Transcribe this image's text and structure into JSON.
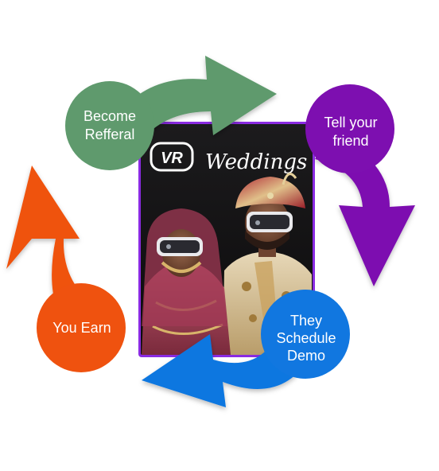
{
  "steps": [
    {
      "id": "become-referral",
      "lines": [
        "Become",
        "Refferal"
      ],
      "color": "#5f9a6d"
    },
    {
      "id": "tell-friend",
      "lines": [
        "Tell your",
        "friend"
      ],
      "color": "#7d0fb0"
    },
    {
      "id": "schedule-demo",
      "lines": [
        "They",
        "Schedule",
        "Demo"
      ],
      "color": "#1177e0"
    },
    {
      "id": "you-earn",
      "lines": [
        "You Earn"
      ],
      "color": "#ef520f"
    }
  ],
  "card": {
    "logo_text": "VR",
    "brand_text": "Weddings",
    "border_color": "#8a2be2",
    "icon": "vr-headset-couple-photo"
  }
}
